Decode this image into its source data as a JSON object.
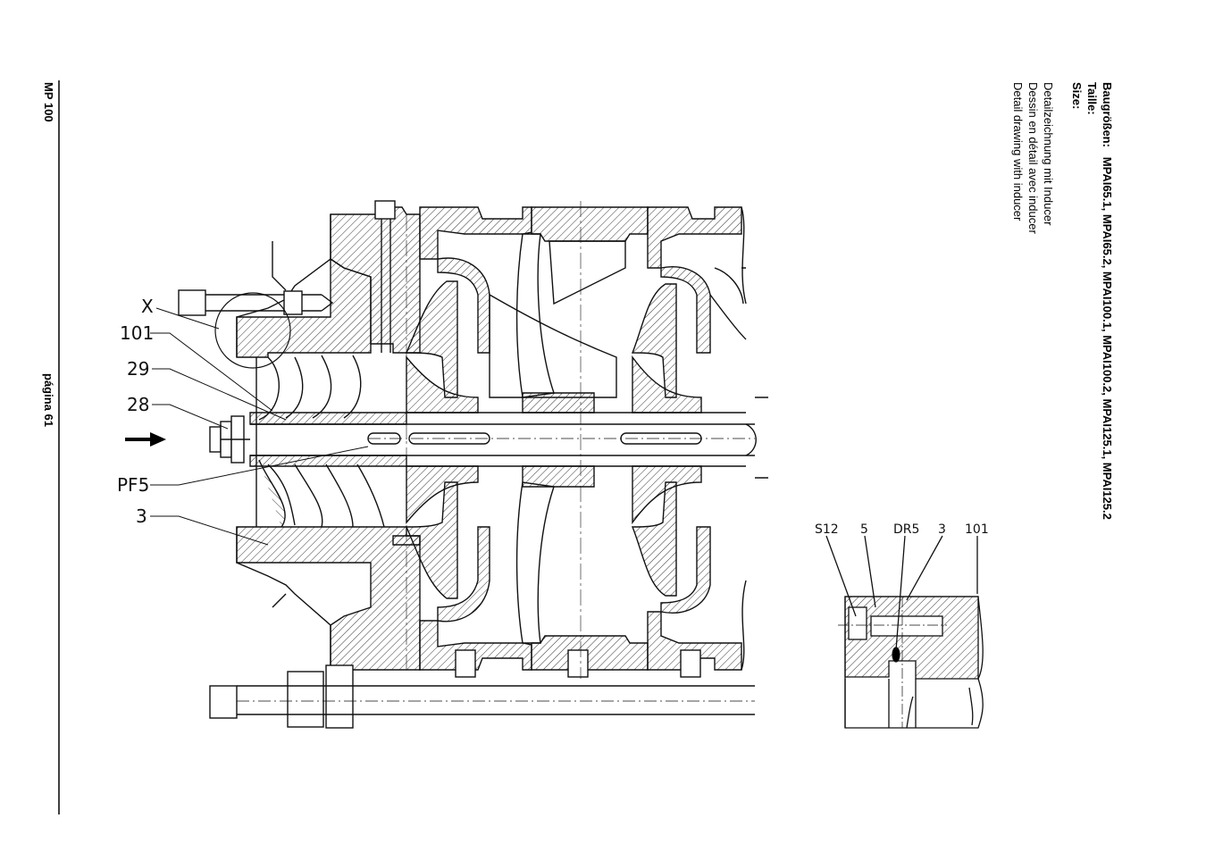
{
  "header": {
    "doc_code": "MP 100",
    "page_label": "página 61"
  },
  "size_block": {
    "label_de": "Baugrößen:",
    "label_fr": "Taille:",
    "label_en": "Size:",
    "value": "MPAI65.1, MPAI65.2, MPAI100.1, MPAI100.2, MPAI125.1, MPAI125.2"
  },
  "description": {
    "de": "Detailzeichnung mit Inducer",
    "fr": "Dessin en détail avec inducer",
    "en": "Detail drawing with inducer"
  },
  "main_callouts": {
    "x": "X",
    "c101": "101",
    "c29": "29",
    "c28": "28",
    "pf5": "PF5",
    "c3": "3"
  },
  "detail_callouts": {
    "s12": "S12",
    "c5": "5",
    "dr5": "DR5",
    "c3": "3",
    "c101": "101"
  }
}
